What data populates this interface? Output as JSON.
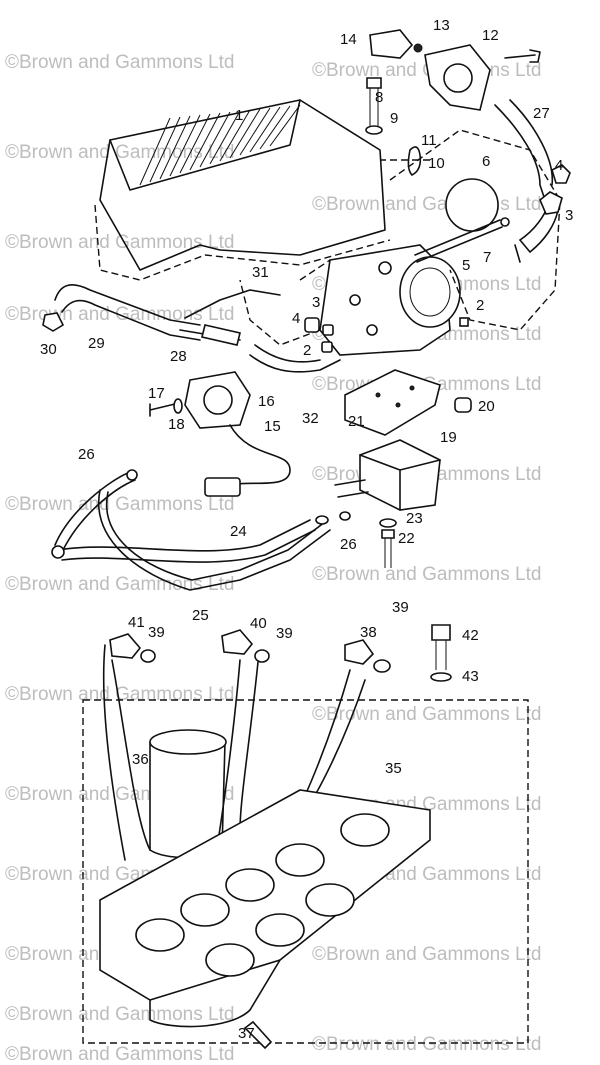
{
  "watermark": "©Brown and Gammons Ltd",
  "parts": {
    "labels": [
      "14",
      "13",
      "12",
      "8",
      "9",
      "1",
      "27",
      "11",
      "10",
      "6",
      "4",
      "3",
      "5",
      "7",
      "31",
      "2",
      "3",
      "4",
      "2",
      "30",
      "29",
      "28",
      "32",
      "17",
      "18",
      "16",
      "15",
      "21",
      "20",
      "19",
      "26",
      "26",
      "23",
      "22",
      "24",
      "25",
      "41",
      "39",
      "40",
      "39",
      "38",
      "39",
      "42",
      "43",
      "36",
      "35",
      "37"
    ]
  }
}
